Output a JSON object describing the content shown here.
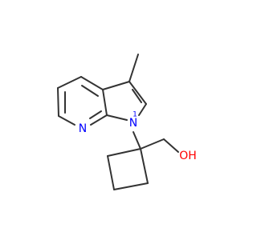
{
  "molecule": {
    "atoms": {
      "N_pyridine": "N",
      "N_pyrrole": "1",
      "N_pyrrole_symbol": "N",
      "hydroxyl": "OH"
    },
    "colors": {
      "bond": "#333333",
      "nitrogen": "#0000ff",
      "oxygen": "#ff0000"
    }
  }
}
